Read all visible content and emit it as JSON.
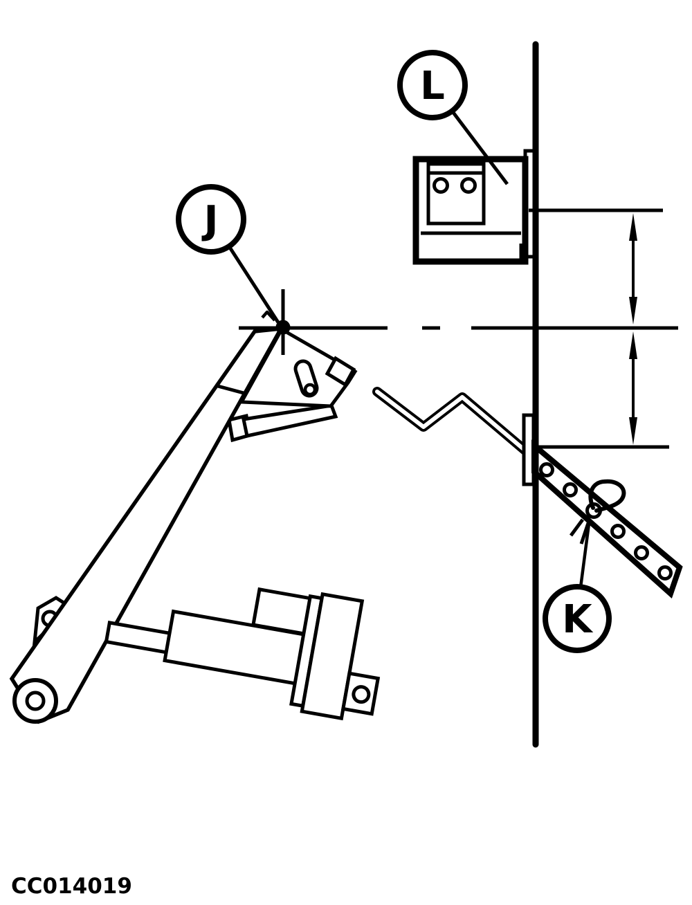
{
  "figure": {
    "background_color": "#ffffff",
    "line_color": "#000000",
    "code": "CC014019",
    "callouts": [
      {
        "label": "J"
      },
      {
        "label": "K"
      },
      {
        "label": "L"
      }
    ]
  }
}
